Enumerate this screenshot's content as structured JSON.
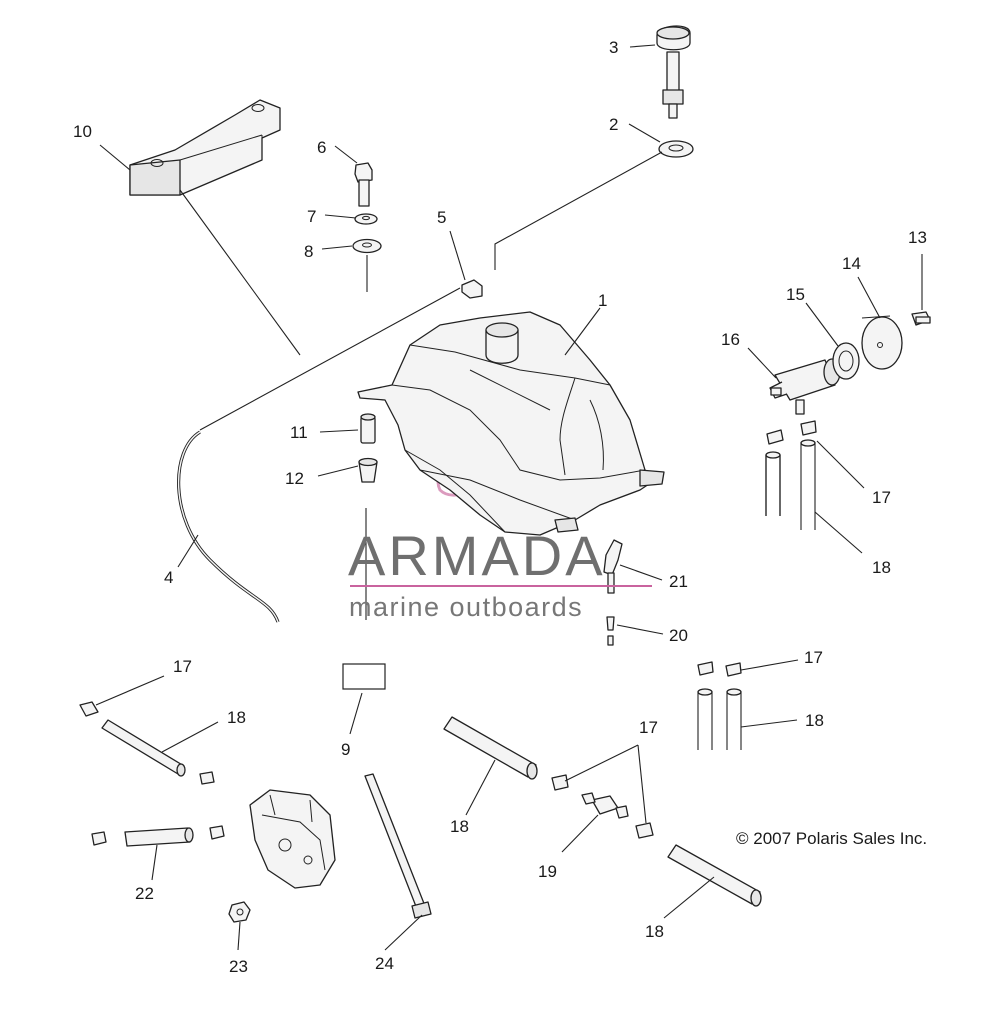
{
  "callouts": {
    "c1": "1",
    "c2": "2",
    "c3": "3",
    "c4": "4",
    "c5": "5",
    "c6": "6",
    "c7": "7",
    "c8": "8",
    "c9": "9",
    "c10": "10",
    "c11": "11",
    "c12": "12",
    "c13": "13",
    "c14": "14",
    "c15": "15",
    "c16": "16",
    "c17a": "17",
    "c17b": "17",
    "c17c": "17",
    "c17d": "17",
    "c18a": "18",
    "c18b": "18",
    "c18c": "18",
    "c18d": "18",
    "c18e": "18",
    "c19": "19",
    "c20": "20",
    "c21": "21",
    "c22": "22",
    "c23": "23",
    "c24": "24"
  },
  "copyright": "© 2007 Polaris Sales Inc.",
  "watermark": {
    "title": "ARMADA",
    "subtitle": "marine outboards",
    "accent_color": "#c9639e"
  },
  "colors": {
    "line": "#222222",
    "background": "#ffffff"
  }
}
